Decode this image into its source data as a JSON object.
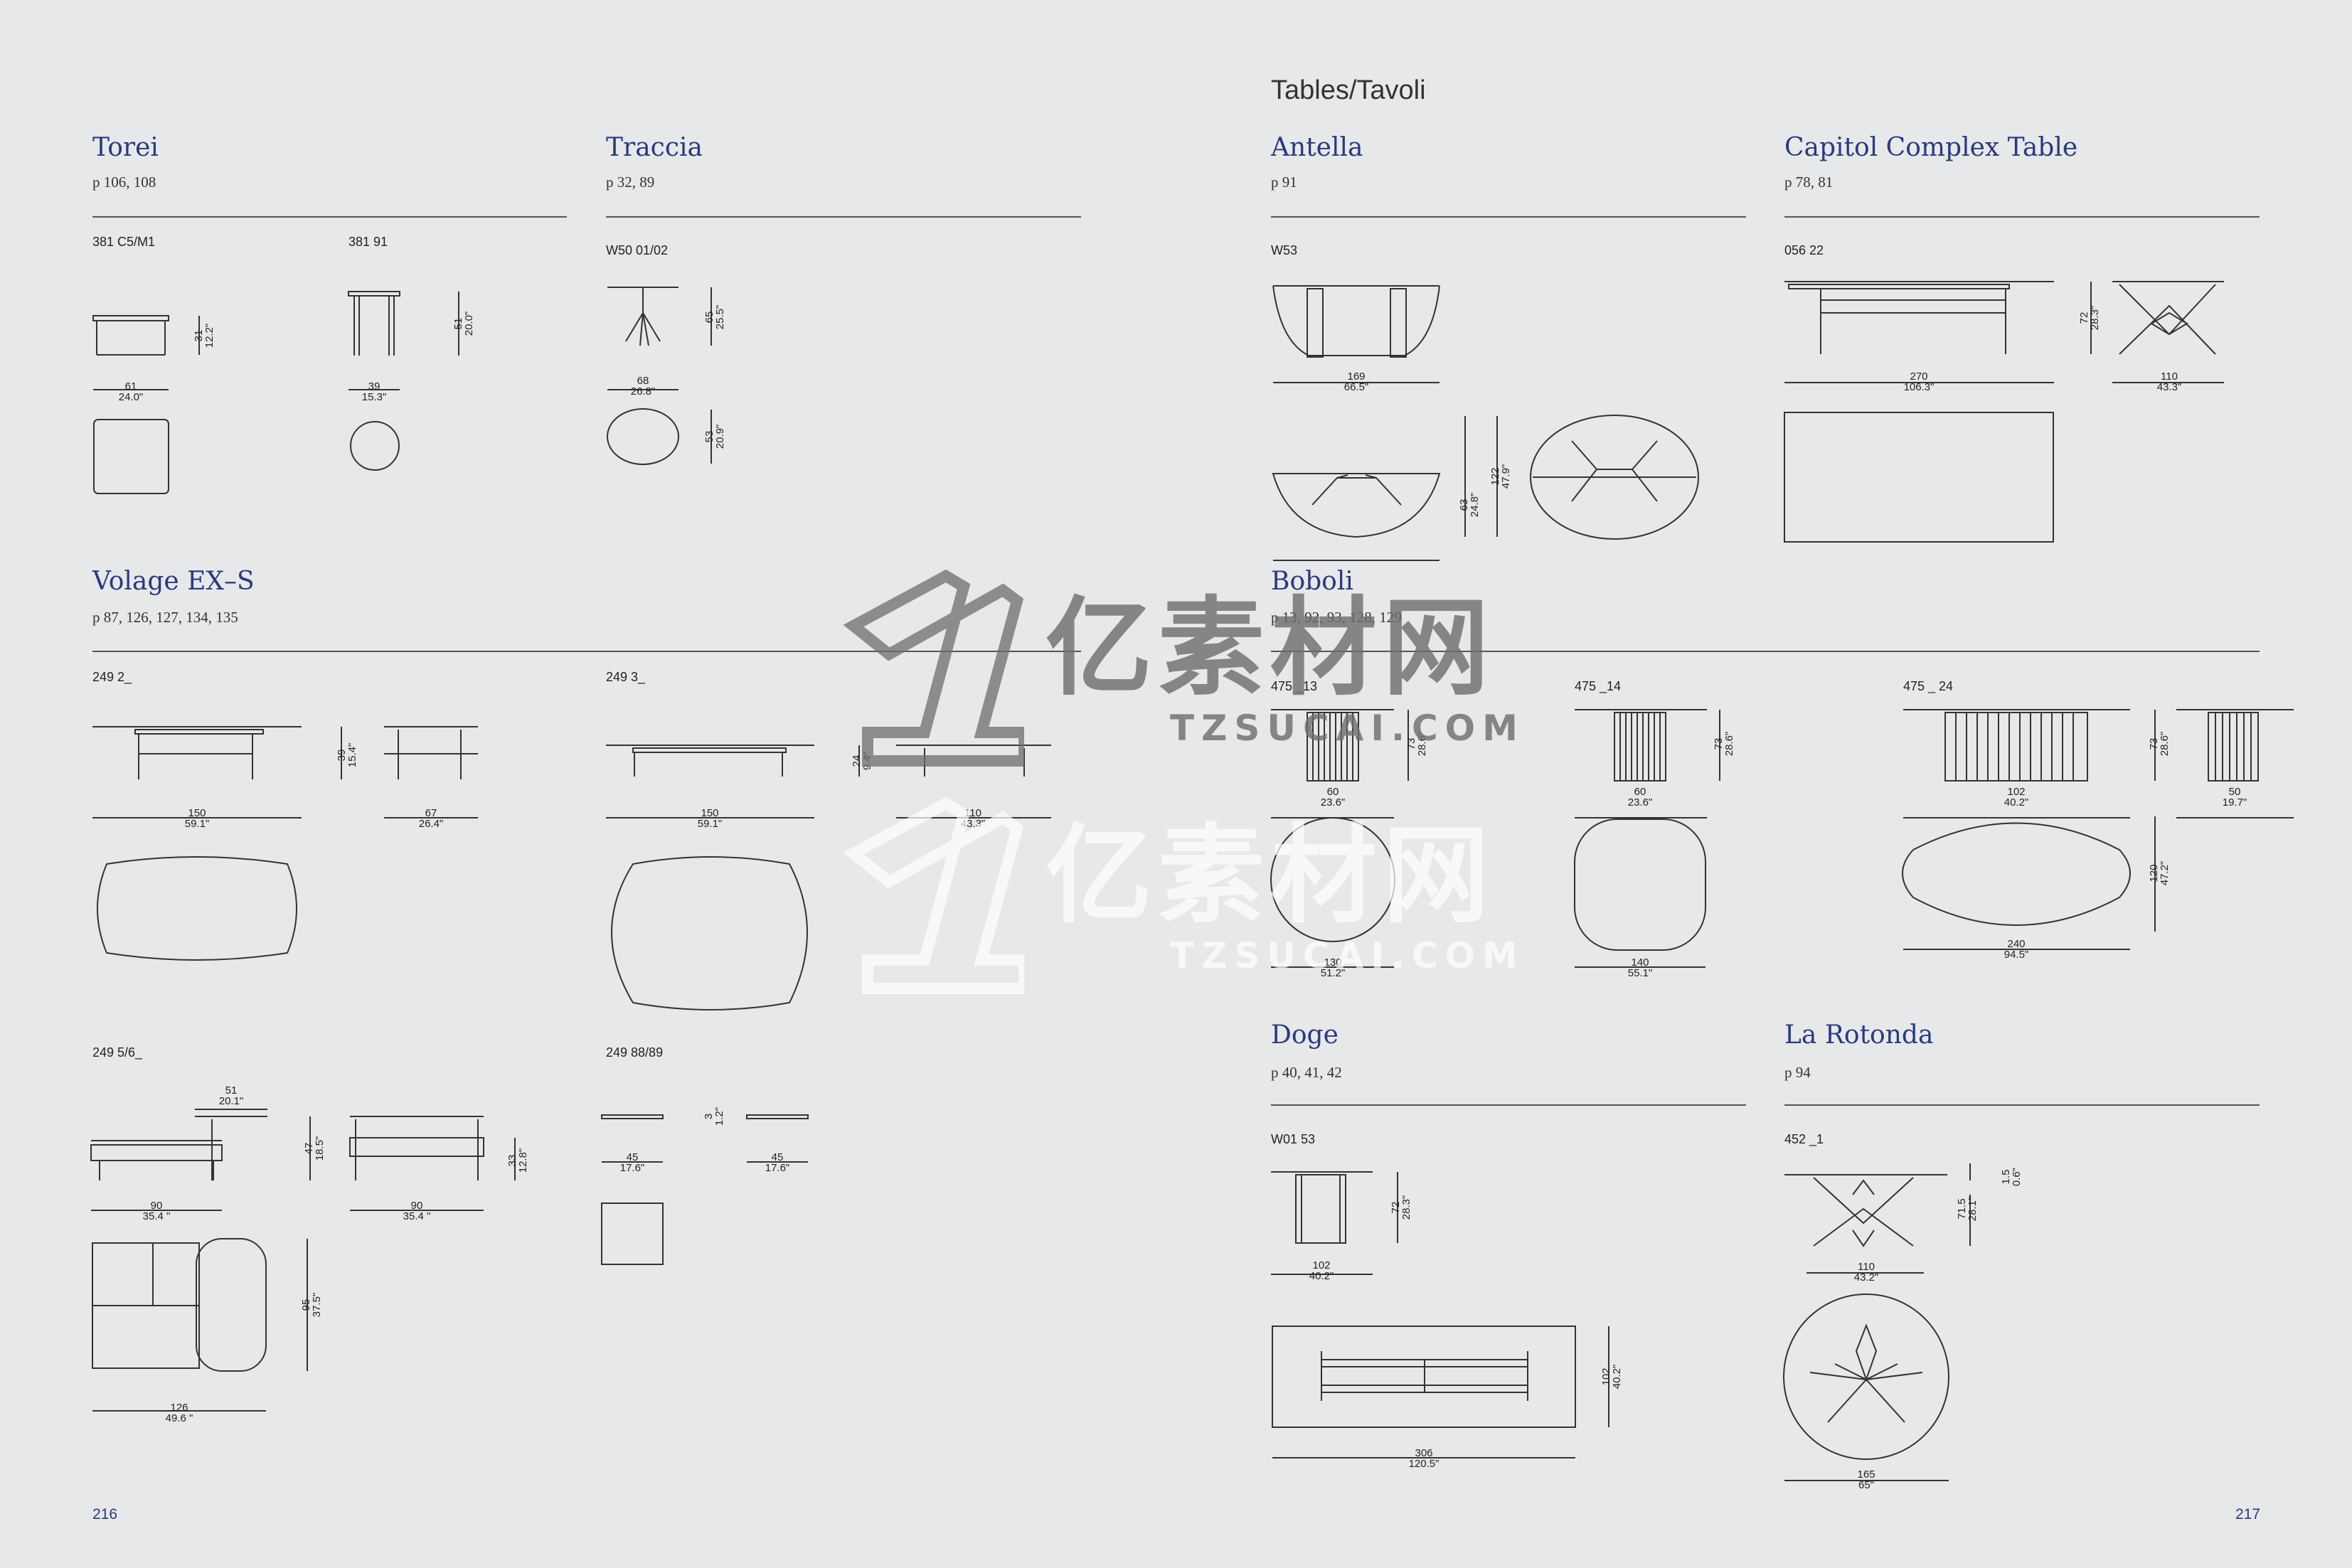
{
  "header": "Tables/Tavoli",
  "page_left": "216",
  "page_right": "217",
  "sections": {
    "torei": {
      "name": "Torei",
      "pages": "p 106, 108"
    },
    "traccia": {
      "name": "Traccia",
      "pages": "p 32, 89"
    },
    "antella": {
      "name": "Antella",
      "pages": "p 91"
    },
    "capitol": {
      "name": "Capitol Complex Table",
      "pages": "p 78, 81"
    },
    "volage": {
      "name": "Volage EX–S",
      "pages": "p 87, 126, 127, 134, 135"
    },
    "boboli": {
      "name": "Boboli",
      "pages": "p 13, 92, 93, 128, 129"
    },
    "doge": {
      "name": "Doge",
      "pages": "p 40, 41, 42"
    },
    "rotonda": {
      "name": "La Rotonda",
      "pages": "p 94"
    }
  },
  "codes": {
    "torei_a": "381 C5/M1",
    "torei_b": "381 91",
    "traccia": "W50 01/02",
    "antella": "W53",
    "capitol": "056 22",
    "volage_a": "249 2_",
    "volage_b": "249 3_",
    "volage_c": "249 5/6_",
    "volage_d": "249 88/89",
    "boboli_a": "475 _13",
    "boboli_b": "475 _14",
    "boboli_c": "475 _ 24",
    "doge": "W01 53",
    "rotonda": "452 _1"
  },
  "dims": {
    "torei_a_h": [
      "31",
      "12.2\""
    ],
    "torei_a_w": [
      "61",
      "24.0\""
    ],
    "torei_b_h": [
      "51",
      "20.0\""
    ],
    "torei_b_w": [
      "39",
      "15.3\""
    ],
    "traccia_h": [
      "65",
      "25.5\""
    ],
    "traccia_w": [
      "68",
      "26.8\""
    ],
    "traccia_d": [
      "53",
      "20.9\""
    ],
    "antella_w": [
      "169",
      "66.5\""
    ],
    "antella_d1": [
      "63",
      "24.8\""
    ],
    "antella_d2": [
      "122",
      "47.9\""
    ],
    "capitol_h": [
      "72",
      "28.3\""
    ],
    "capitol_w": [
      "270",
      "106.3\""
    ],
    "capitol_d": [
      "110",
      "43.3\""
    ],
    "volage_a_h": [
      "39",
      "15.4\""
    ],
    "volage_a_w": [
      "150",
      "59.1\""
    ],
    "volage_a_d": [
      "67",
      "26.4\""
    ],
    "volage_b_h": [
      "24",
      "9.4\""
    ],
    "volage_b_w": [
      "150",
      "59.1\""
    ],
    "volage_b_d": [
      "110",
      "43.3\""
    ],
    "volage_c_top": [
      "51",
      "20.1\""
    ],
    "volage_c_h": [
      "47",
      "18.5\""
    ],
    "volage_c_w": [
      "90",
      "35.4 \""
    ],
    "volage_c_h2": [
      "33",
      "12.8\""
    ],
    "volage_c_w2": [
      "90",
      "35.4 \""
    ],
    "volage_c_d": [
      "95",
      "37.5\""
    ],
    "volage_c_w3": [
      "126",
      "49.6 \""
    ],
    "volage_d_h": [
      "3",
      "1.2\""
    ],
    "volage_d_w1": [
      "45",
      "17.6\""
    ],
    "volage_d_w2": [
      "45",
      "17.6\""
    ],
    "boboli_a_h": [
      "73",
      "28.6\""
    ],
    "boboli_a_w": [
      "60",
      "23.6\""
    ],
    "boboli_a_d": [
      "130",
      "51.2\""
    ],
    "boboli_b_h": [
      "73",
      "28.6\""
    ],
    "boboli_b_w": [
      "60",
      "23.6\""
    ],
    "boboli_b_d": [
      "140",
      "55.1\""
    ],
    "boboli_c_h": [
      "73",
      "28.6\""
    ],
    "boboli_c_w": [
      "102",
      "40.2\""
    ],
    "boboli_c_w2": [
      "50",
      "19.7\""
    ],
    "boboli_c_d": [
      "120",
      "47.2\""
    ],
    "boboli_c_d2": [
      "240",
      "94.5\""
    ],
    "doge_h": [
      "72",
      "28.3\""
    ],
    "doge_w": [
      "102",
      "40.2\""
    ],
    "doge_d": [
      "102",
      "40.2\""
    ],
    "doge_w2": [
      "306",
      "120.5\""
    ],
    "rotonda_top": [
      "1.5",
      "0.6\""
    ],
    "rotonda_h": [
      "71.5",
      "28.1\""
    ],
    "rotonda_w": [
      "110",
      "43.2\""
    ],
    "rotonda_d": [
      "165",
      "65\""
    ]
  },
  "watermark": {
    "brand": "亿素材网",
    "url": "TZSUCAI.COM"
  }
}
